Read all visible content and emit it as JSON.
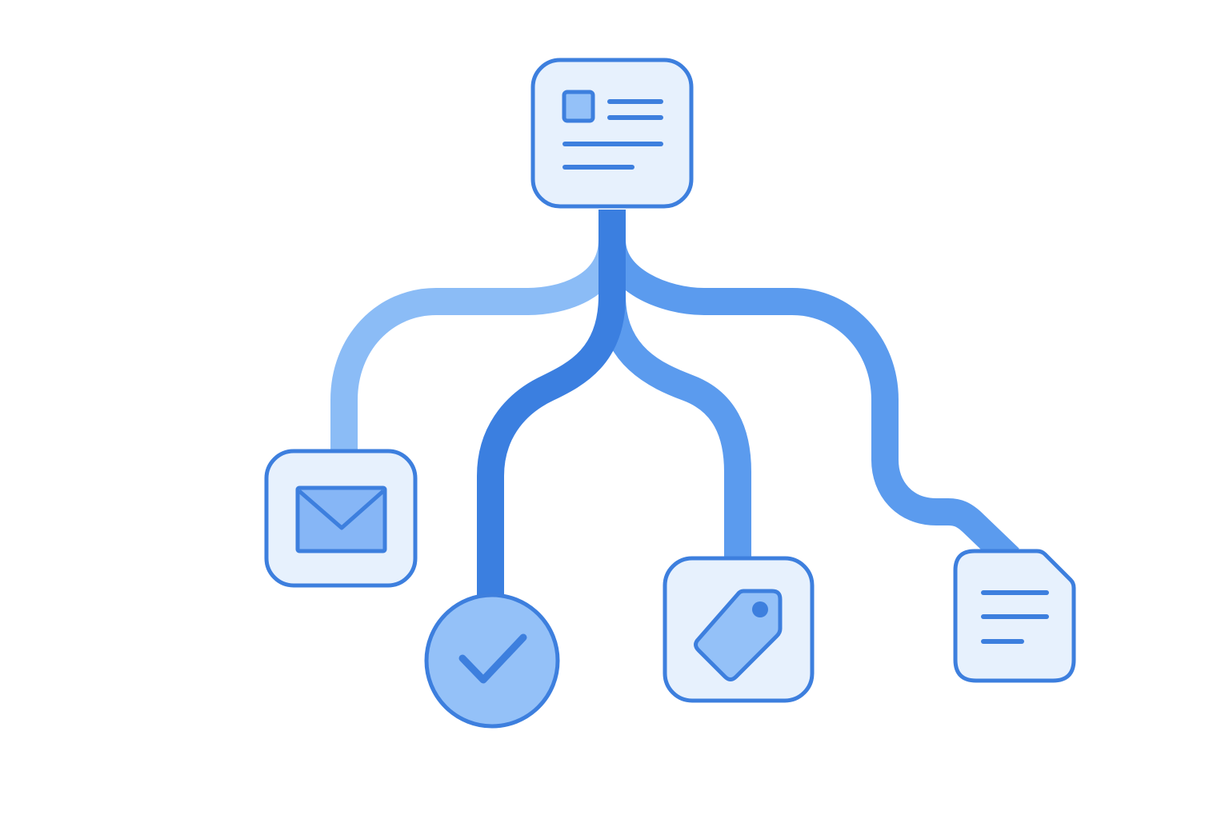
{
  "diagram": {
    "type": "flow-tree",
    "colors": {
      "background": "#ffffff",
      "outline": "#3d7fde",
      "node_fill": "#e7f1fd",
      "connector_dark": "#3b7fe0",
      "connector_mid": "#5b9bee",
      "connector_light": "#8bbcf6",
      "accent_fill": "#94c1f8"
    },
    "root": {
      "icon": "profile-card-icon"
    },
    "children": [
      {
        "icon": "mail-icon",
        "shape": "rounded-square"
      },
      {
        "icon": "checkmark-icon",
        "shape": "circle"
      },
      {
        "icon": "tag-icon",
        "shape": "rounded-square"
      },
      {
        "icon": "document-icon",
        "shape": "folded-page"
      }
    ]
  }
}
